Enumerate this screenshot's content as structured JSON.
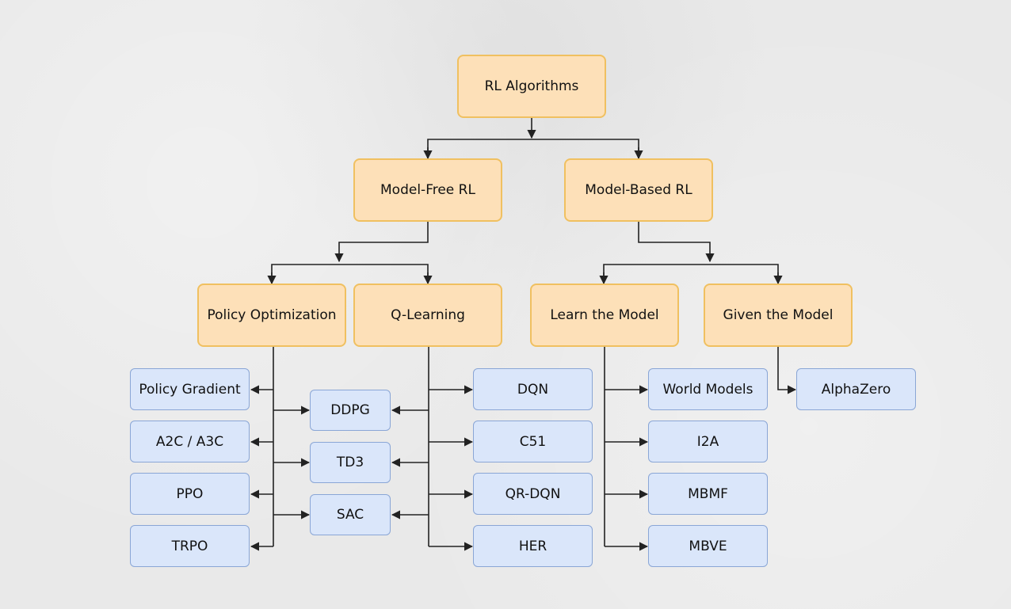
{
  "diagram": {
    "root": "RL Algorithms",
    "model_free": "Model-Free RL",
    "model_based": "Model-Based RL",
    "policy_optimization": "Policy Optimization",
    "q_learning": "Q-Learning",
    "learn_the_model": "Learn the Model",
    "given_the_model": "Given the Model",
    "policy_optimization_items": [
      "Policy Gradient",
      "A2C / A3C",
      "PPO",
      "TRPO"
    ],
    "hybrid_items": [
      "DDPG",
      "TD3",
      "SAC"
    ],
    "q_learning_items": [
      "DQN",
      "C51",
      "QR-DQN",
      "HER"
    ],
    "learn_the_model_items": [
      "World Models",
      "I2A",
      "MBMF",
      "MBVE"
    ],
    "given_the_model_items": [
      "AlphaZero"
    ]
  },
  "colors": {
    "category_fill": "#fde0b8",
    "category_border": "#f0c060",
    "algorithm_fill": "#dae6fa",
    "algorithm_border": "#8aa6d6",
    "connector": "#222222"
  }
}
